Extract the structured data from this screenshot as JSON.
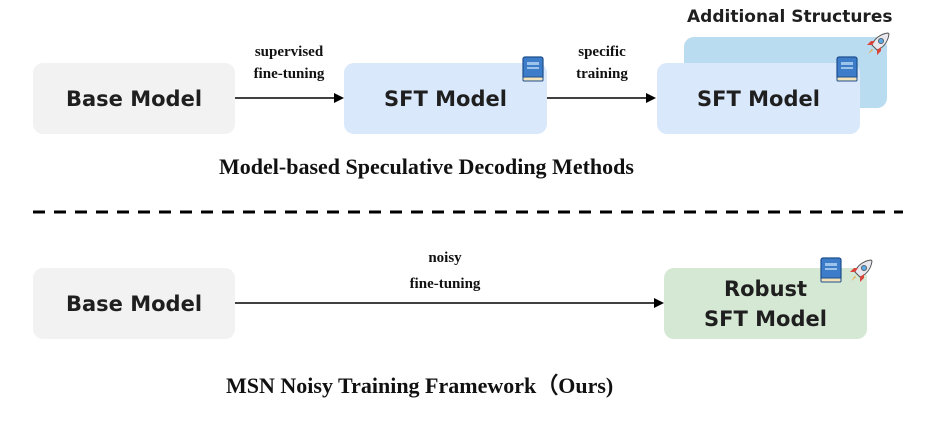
{
  "top": {
    "base_model": "Base Model",
    "arrow1_label": [
      "supervised",
      "fine-tuning"
    ],
    "sft_model": "SFT Model",
    "arrow2_label": [
      "specific",
      "training"
    ],
    "sft_model_2": "SFT Model",
    "additional_structures": "Additional Structures",
    "caption": "Model-based Speculative Decoding Methods"
  },
  "bottom": {
    "base_model": "Base Model",
    "arrow_label": [
      "noisy",
      "fine-tuning"
    ],
    "robust_model": [
      "Robust",
      "SFT Model"
    ],
    "caption": "MSN Noisy Training Framework（Ours)"
  },
  "icons": [
    "book-icon",
    "rocket-icon"
  ],
  "colors": {
    "base_box": "#f2f2f2",
    "sft_box": "#dae8fc",
    "additional_box": "#b9dcf0",
    "robust_box": "#d5e8d4"
  }
}
